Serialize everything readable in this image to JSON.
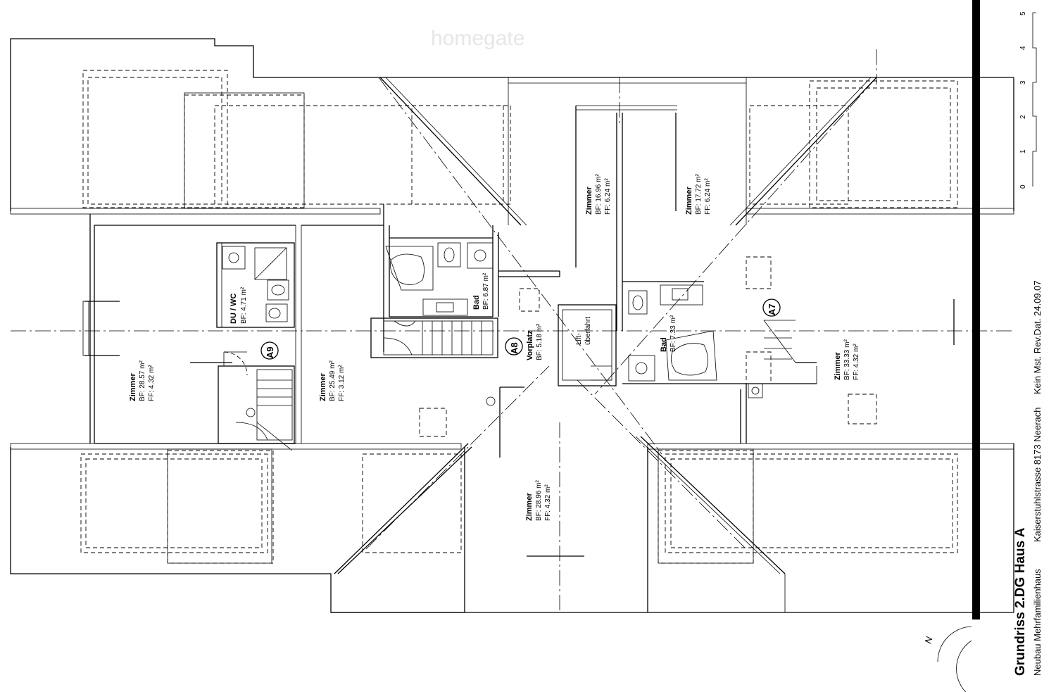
{
  "watermark": "homegate",
  "title": {
    "main": "Grundriss 2.DG Haus A",
    "line1_left": "Neubau Mehrfamilienhaus",
    "line1_right": "Kaiserstuhlstrasse 8173 Neerach",
    "line2": "Kein Mst. Rev.Dat. 24.09.07"
  },
  "north_label": "N",
  "scale_ticks": [
    "0",
    "1",
    "2",
    "3",
    "4",
    "5"
  ],
  "units": [
    {
      "id": "a9",
      "label": "A9"
    },
    {
      "id": "a8",
      "label": "A8"
    },
    {
      "id": "a7",
      "label": "A7"
    }
  ],
  "rooms": [
    {
      "id": "zimmer-a9-left",
      "name": "Zimmer",
      "bf": "BF: 28.57 m²",
      "ff": "FF:  4.32 m²"
    },
    {
      "id": "du-wc",
      "name": "DU / WC",
      "bf": "BF: 4.71 m²",
      "ff": ""
    },
    {
      "id": "zimmer-a9-right",
      "name": "Zimmer",
      "bf": "BF: 25.49 m²",
      "ff": "FF:  3.12 m²"
    },
    {
      "id": "bad-a8",
      "name": "Bad",
      "bf": "BF: 6.87 m²",
      "ff": ""
    },
    {
      "id": "vorplatz",
      "name": "Vorplatz",
      "bf": "BF: 5.18 m²",
      "ff": ""
    },
    {
      "id": "zimmer-a8-top",
      "name": "Zimmer",
      "bf": "BF: 16.96 m²",
      "ff": "FF:  6.24 m²"
    },
    {
      "id": "zimmer-a8-bottom",
      "name": "Zimmer",
      "bf": "BF: 28.96 m²",
      "ff": "FF:  4.32 m²"
    },
    {
      "id": "zimmer-a7-top",
      "name": "Zimmer",
      "bf": "BF: 17.72 m²",
      "ff": "FF:  6.24 m²"
    },
    {
      "id": "bad-a7",
      "name": "Bad",
      "bf": "BF: 7.33 m²",
      "ff": ""
    },
    {
      "id": "zimmer-a7-right",
      "name": "Zimmer",
      "bf": "BF: 33.33 m²",
      "ff": "FF:  4.32 m²"
    },
    {
      "id": "lift",
      "name": "Lift-",
      "bf": "überfahrt",
      "ff": ""
    }
  ]
}
